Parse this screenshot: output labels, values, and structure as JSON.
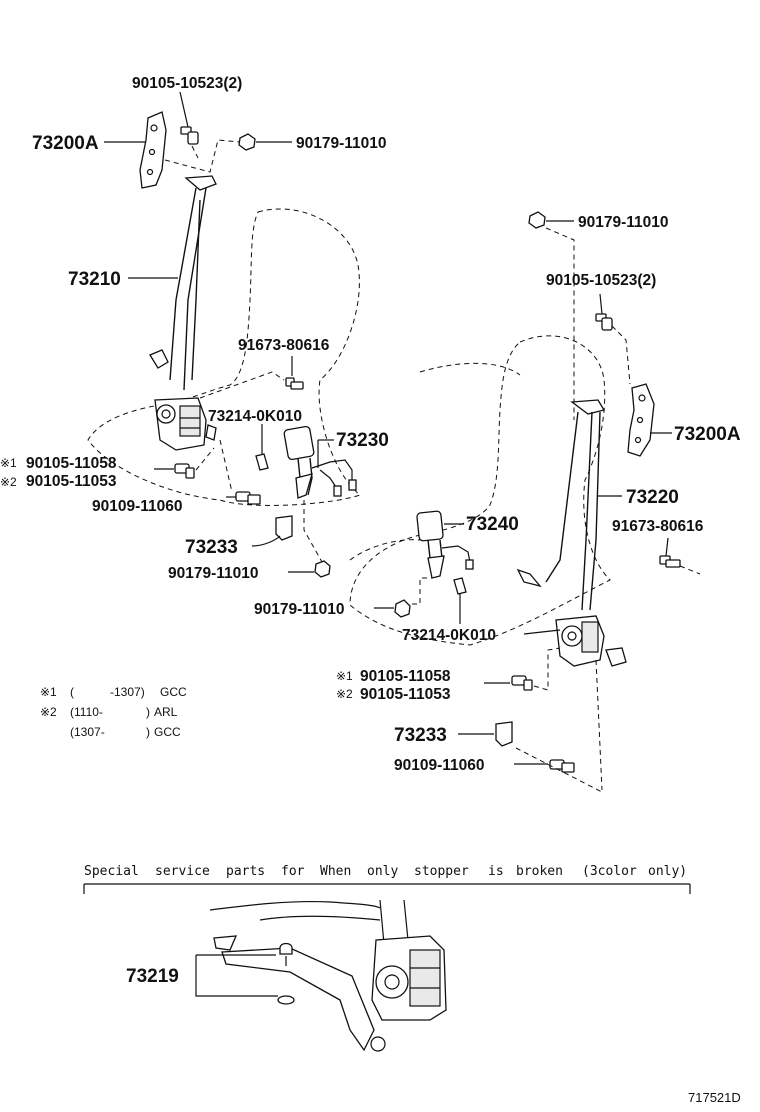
{
  "labels": {
    "p_90105_10523_left": "90105-10523(2)",
    "p_90179_11010_top_left": "90179-11010",
    "p_73200A_left": "73200A",
    "p_73210": "73210",
    "p_91673_80616_left": "91673-80616",
    "p_73214_left": "73214-0K010",
    "p_73230": "73230",
    "p_90105_11058_left": "90105-11058",
    "p_90105_11053_left": "90105-11053",
    "p_90109_11060_left": "90109-11060",
    "p_73233_left": "73233",
    "p_90179_11010_mid_left": "90179-11010",
    "p_90179_11010_top_right": "90179-11010",
    "p_90105_10523_right": "90105-10523(2)",
    "p_73200A_right": "73200A",
    "p_73220": "73220",
    "p_91673_80616_right": "91673-80616",
    "p_73240": "73240",
    "p_90179_11010_mid_right": "90179-11010",
    "p_73214_right": "73214-0K010",
    "p_90105_11058_right": "90105-11058",
    "p_90105_11053_right": "90105-11053",
    "p_73233_right": "73233",
    "p_90109_11060_right": "90109-11060",
    "p_73219": "73219"
  },
  "markers": {
    "m1": "※1",
    "m2": "※2"
  },
  "notes": {
    "n1_mark": "※1",
    "n1_open": "(",
    "n1_range": "-1307)",
    "n1_code": "GCC",
    "n2_mark": "※2",
    "n2_range": "(1110-",
    "n2_close": ")",
    "n2_code": "ARL",
    "n3_range": "(1307-",
    "n3_close": ")",
    "n3_code": "GCC"
  },
  "special": {
    "words": [
      "Special",
      "service",
      "parts",
      "for",
      "When",
      "only",
      "stopper",
      "is",
      "broken",
      "(3color",
      "only)"
    ]
  },
  "illustration_id": "717521D"
}
